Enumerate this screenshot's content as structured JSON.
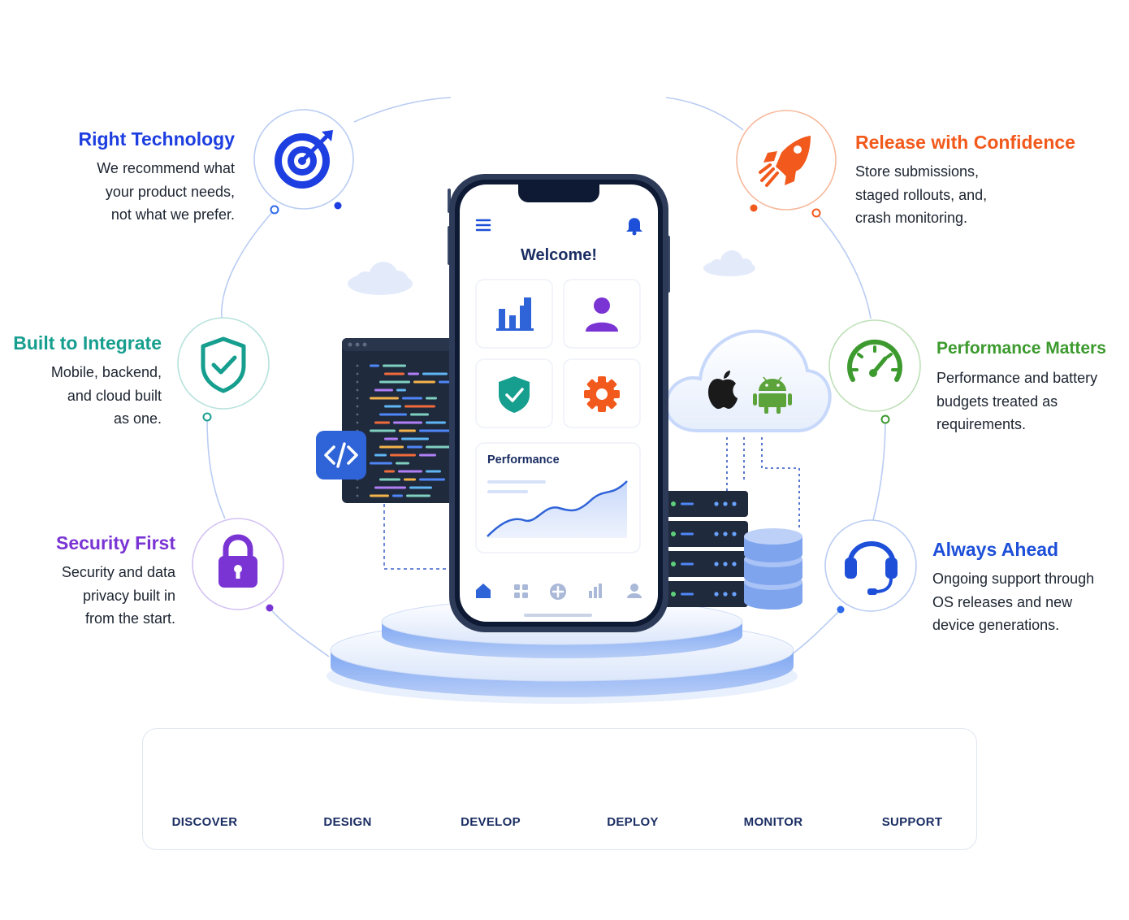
{
  "features": [
    {
      "id": "right-technology",
      "title": "Right Technology",
      "description": "We recommend what\nyour product needs,\nnot what we prefer.",
      "color": "#1d3ee0",
      "icon": "target-icon"
    },
    {
      "id": "built-to-integrate",
      "title": "Built to Integrate",
      "description": "Mobile, backend,\nand cloud built\nas one.",
      "color": "#169e8e",
      "icon": "shield-check-icon"
    },
    {
      "id": "security-first",
      "title": "Security First",
      "description": "Security and data\nprivacy built in\nfrom the start.",
      "color": "#7a34d4",
      "icon": "lock-icon"
    },
    {
      "id": "release-with-confidence",
      "title": "Release with Confidence",
      "description": "Store submissions,\nstaged rollouts, and,\ncrash monitoring.",
      "color": "#f2591c",
      "icon": "rocket-icon"
    },
    {
      "id": "performance-matters",
      "title": "Performance Matters",
      "description": "Performance and battery\nbudgets treated as\nrequirements.",
      "color": "#3c9a2e",
      "icon": "speedometer-icon"
    },
    {
      "id": "always-ahead",
      "title": "Always Ahead",
      "description": "Ongoing support through\nOS releases and new\ndevice generations.",
      "color": "#1d4fd8",
      "icon": "headset-icon"
    }
  ],
  "phone": {
    "welcome": "Welcome!",
    "card_title": "Performance",
    "tiles": [
      "bar-chart-icon",
      "user-icon",
      "shield-check-icon",
      "gear-icon"
    ],
    "nav": [
      "home-icon",
      "grid-icon",
      "plus-icon",
      "stats-icon",
      "profile-icon"
    ]
  },
  "process": [
    {
      "label": "DISCOVER",
      "icon": "lightbulb-icon",
      "color": "#1d4fd8"
    },
    {
      "label": "DESIGN",
      "icon": "edit-icon",
      "color": "#169e8e"
    },
    {
      "label": "DEVELOP",
      "icon": "code-icon",
      "color": "#6b35d0"
    },
    {
      "label": "DEPLOY",
      "icon": "cloud-upload-icon",
      "color": "#f2591c"
    },
    {
      "label": "MONITOR",
      "icon": "growth-chart-icon",
      "color": "#3c9a2e"
    },
    {
      "label": "SUPPORT",
      "icon": "team-icon",
      "color": "#1d4fd8"
    }
  ],
  "colors": {
    "primary": "#2f6bea",
    "navy": "#1b2e63",
    "orange": "#f2591c",
    "teal": "#169e8e",
    "purple": "#7a34d4",
    "green": "#3c9a2e"
  }
}
